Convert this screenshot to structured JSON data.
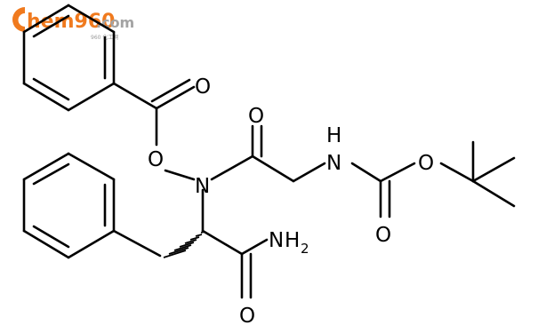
{
  "logo": {
    "text_main": "hem960",
    "text_com": ".com",
    "sub": "960 化工网",
    "color_orange": "#f07a1e",
    "color_gray": "#a3a3a3"
  },
  "molecule": {
    "atoms": {
      "o_carbonyl_benzoyl": "O",
      "o_ester": "O",
      "n_central": "N",
      "o_carbonyl_glycyl": "O",
      "n_carbamate": "N",
      "h_carbamate": "H",
      "o_carbonyl_boc": "O",
      "o_boc_ether": "O",
      "n_amide": "N",
      "h_amide": "H",
      "h_amide_count": "2",
      "o_amide": "O"
    }
  }
}
